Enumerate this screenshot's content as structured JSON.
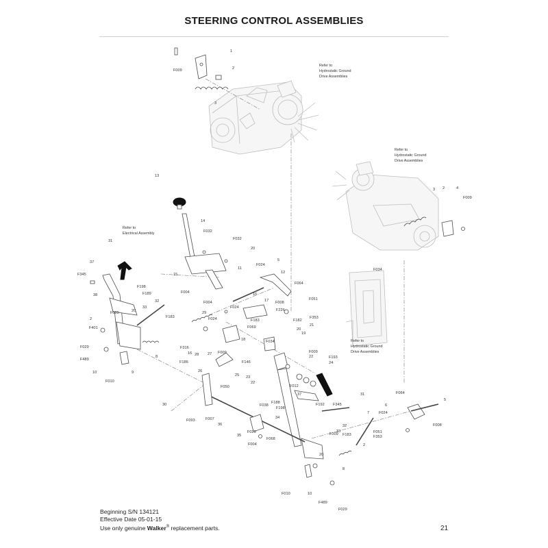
{
  "title": "STEERING CONTROL ASSEMBLIES",
  "footer": {
    "line1": "Beginning S/N 134121",
    "line2": "Effective Date 05-01-15",
    "line3_prefix": "Use only genuine ",
    "line3_brand": "Walker",
    "line3_reg": "®",
    "line3_suffix": " replacement parts."
  },
  "page_number": "21",
  "notes": {
    "hydro_top": [
      "Refer to",
      "Hydrostatic Ground",
      "Drive Assemblies"
    ],
    "hydro_right": [
      "Refer to",
      "Hydrostatic Ground",
      "Drive Assemblies"
    ],
    "hydro_bottom": [
      "Refer to",
      "Hydrostatic Ground",
      "Drive Assemblies"
    ],
    "electrical": [
      "Refer to",
      "Electrical Assembly"
    ]
  },
  "callouts": [
    "1",
    "2",
    "3",
    "F009",
    "2",
    "3",
    "4",
    "F009",
    "13",
    "14",
    "F032",
    "F032",
    "20",
    "31",
    "37",
    "F345",
    "38",
    "F198",
    "F189",
    "32",
    "2",
    "F401",
    "F009",
    "20",
    "33",
    "F029",
    "F489",
    "10",
    "F010",
    "9",
    "8",
    "15",
    "F004",
    "F004",
    "11",
    "F024",
    "5",
    "12",
    "F064",
    "F051",
    "F008",
    "F353",
    "16",
    "17",
    "F024",
    "F226",
    "F183",
    "F182",
    "21",
    "19",
    "F183",
    "F069",
    "F034",
    "20",
    "18",
    "F024",
    "29",
    "F316",
    "16",
    "28",
    "27",
    "F186",
    "26",
    "F009",
    "F146",
    "25",
    "F009",
    "22",
    "23",
    "F193",
    "24",
    "22",
    "F012",
    "31",
    "30",
    "F050",
    "F093",
    "F007",
    "36",
    "F038",
    "F188",
    "F198",
    "37",
    "F192",
    "F345",
    "34",
    "F029",
    "35",
    "F004",
    "F068",
    "32",
    "F009",
    "33",
    "F183",
    "7",
    "F051",
    "F353",
    "6",
    "F024",
    "F064",
    "5",
    "F008",
    "2",
    "20",
    "8",
    "F010",
    "10",
    "F489",
    "F029",
    "F034"
  ],
  "icons": {
    "knob": "handle-knob-icon",
    "hydro_unit": "hydrostatic-drive-icon",
    "arrow": "direction-arrow-icon"
  }
}
